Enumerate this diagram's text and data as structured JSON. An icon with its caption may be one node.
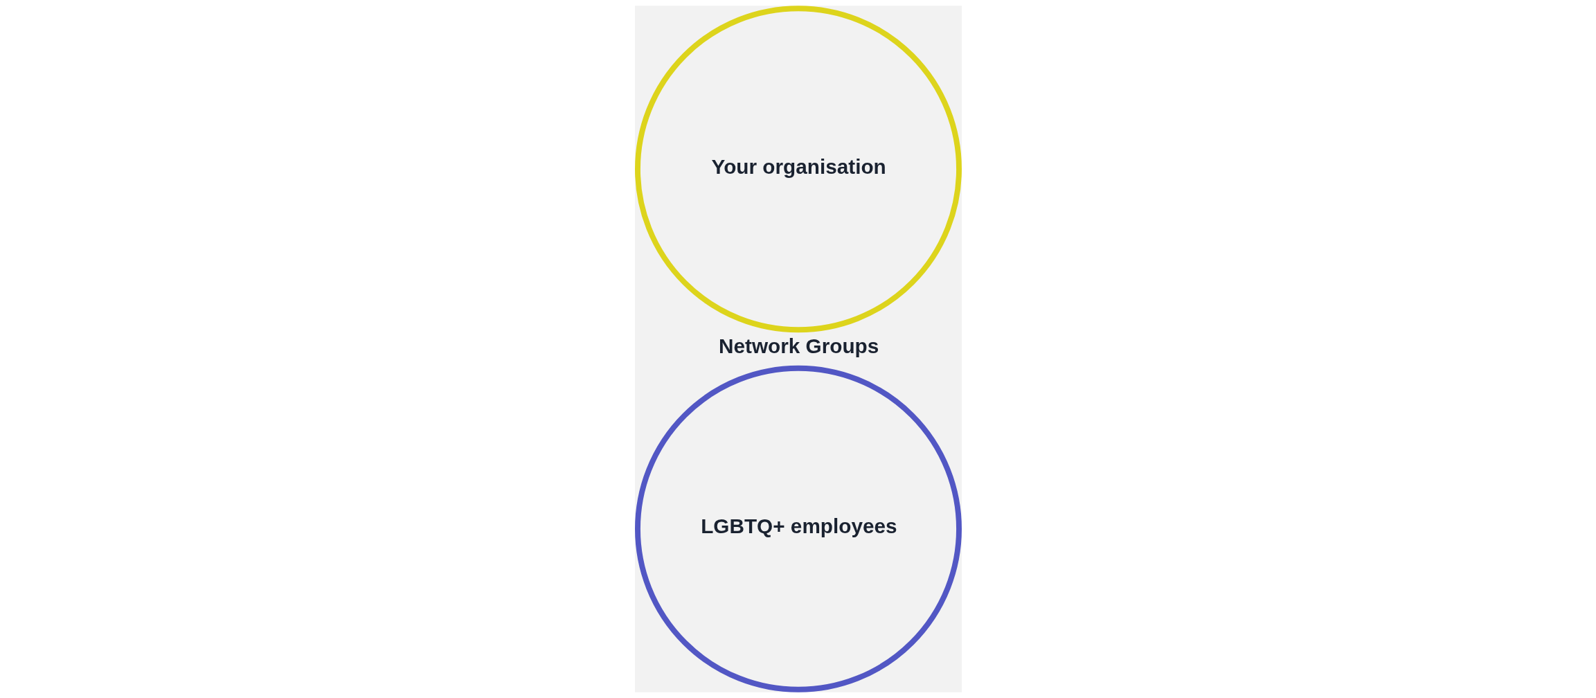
{
  "diagram": {
    "nodes": [
      {
        "text": [
          "Your organisation"
        ]
      },
      {
        "text": [
          "LGBTQ+ employees"
        ]
      }
    ],
    "labels": [
      "Network Groups"
    ]
  }
}
